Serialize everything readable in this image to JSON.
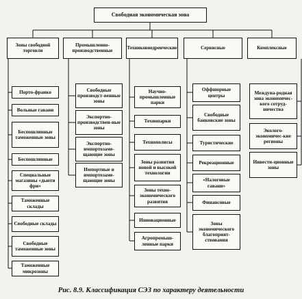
{
  "root": "Свободная экономическая зона",
  "categories": [
    {
      "label": "Зоны свободной торговли",
      "items": [
        "Порто-франко",
        "Вольные гавани",
        "Беспошлинные таможенные зоны",
        "Беспошлинные",
        "Специальные магазины «дьюти фри»",
        "Таможенные склады",
        "Свободные склады",
        "Свободные таможенные зоны",
        "Таможенные микрозоны"
      ]
    },
    {
      "label": "Промышленно-производственные",
      "items": [
        "Свободные производст-венные зоны",
        "Экспортно-производствен-ные зоны",
        "Экспортно-импортозаме-щающие зоны",
        "Импортные и импортозаме-щающие зоны"
      ]
    },
    {
      "label": "Техниковнедренческие",
      "items": [
        "Научно-промышленные парки",
        "Технопарки",
        "Технополисы",
        "Зоны развития новой и высокой технологии",
        "Зоны техно-экономического развития",
        "Инновационные",
        "Агропромыш-ленные парки"
      ]
    },
    {
      "label": "Сервисные",
      "items": [
        "Оффшорные центры",
        "Свободные банковские зоны",
        "Туристические",
        "Рекреационные",
        "«Налоговые гавани»",
        "Финансовые",
        "Зоны экономического благоприят-ствования"
      ]
    },
    {
      "label": "Комплексные",
      "items": [
        "Междуна-родная зона экономичес-кого сотруд-ничества",
        "Эколого-экономичес-кие регионы",
        "Инвести-ционные зоны"
      ]
    }
  ],
  "caption": "Рис. 8.9. Классификация СЭЗ по характеру деятельности"
}
